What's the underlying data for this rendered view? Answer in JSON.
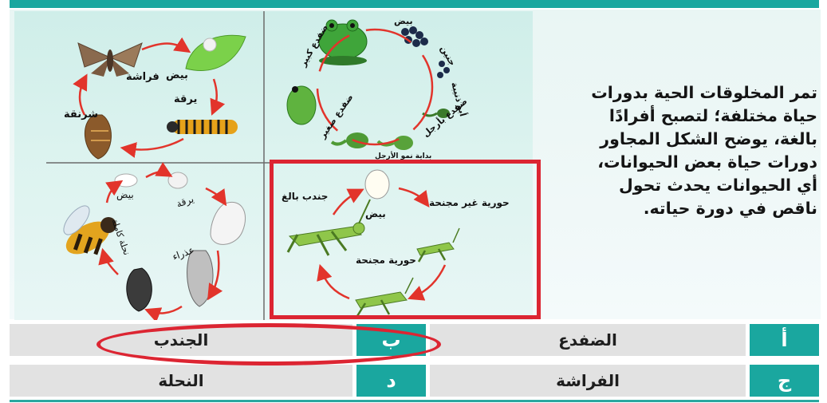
{
  "question": {
    "lines": [
      "تمر المخلوقات الحية بدورات",
      "حياة مختلفة؛ لتصبح أفرادًا",
      "بالغة، يوضح الشكل المجاور",
      "دورات حياة بعض الحيوانات،",
      "أي الحيوانات يحدث تحول",
      "ناقص في دورة حياته."
    ]
  },
  "figure": {
    "butterfly_cycle": {
      "adult": "فراشة",
      "egg": "بيض",
      "larva": "يرقة",
      "pupa": "شرنقة"
    },
    "frog_cycle": {
      "egg": "بيض",
      "embryo": "جنين",
      "tadpole": "أبو ذنيبة",
      "tadpole_legs": "ضفدع بأرجل",
      "young": "ضفدع صغير",
      "adult": "ضفدع كبير",
      "froglet": "بداية نمو الأرجل"
    },
    "bee_cycle": {
      "egg": "بيض",
      "larva": "يرقة",
      "pupa": "عذراء",
      "adult": "نحلة كاملة"
    },
    "grasshopper_cycle": {
      "adult": "جندب بالغ",
      "egg": "بيض",
      "nymph_wingless": "حورية غير مجنحة",
      "nymph_winged": "حورية مجنحة"
    }
  },
  "options": [
    {
      "letter": "أ",
      "text": "الضفدع"
    },
    {
      "letter": "ب",
      "text": "الجندب"
    },
    {
      "letter": "ج",
      "text": "الفراشة"
    },
    {
      "letter": "د",
      "text": "النحلة"
    }
  ],
  "colors": {
    "accent": "#1aa79f",
    "highlight": "#dc2532",
    "option_bg": "#e2e2e2"
  }
}
